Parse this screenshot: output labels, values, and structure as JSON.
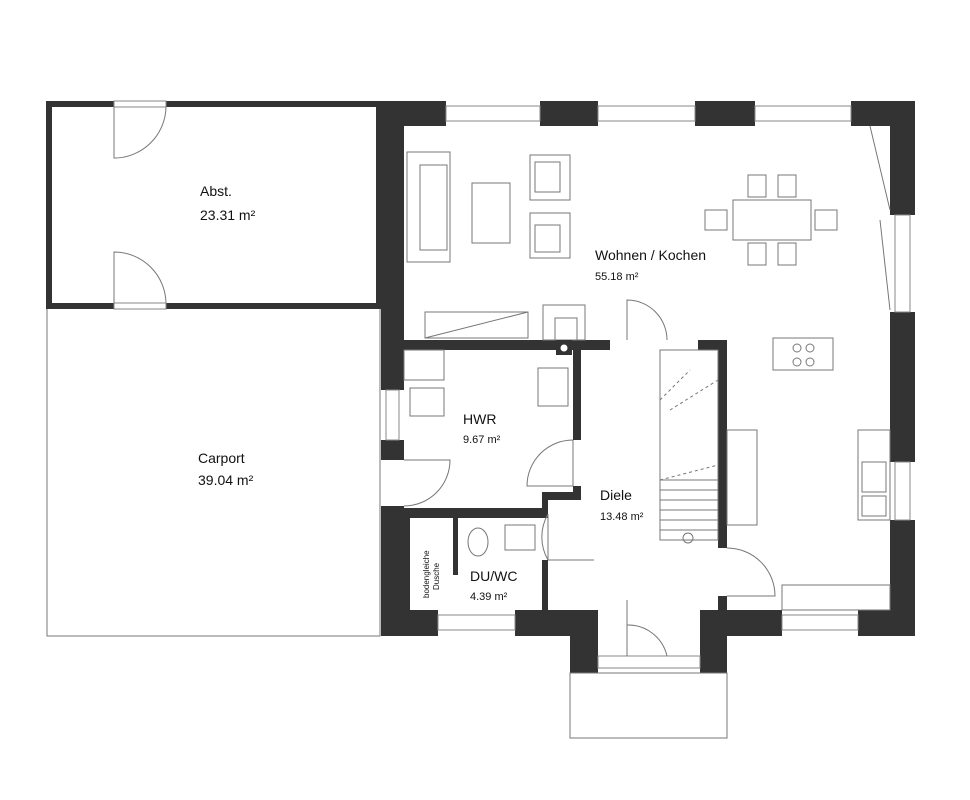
{
  "rooms": {
    "storage": {
      "name": "Abst.",
      "area": "23.31 m²"
    },
    "carport": {
      "name": "Carport",
      "area": "39.04 m²"
    },
    "living": {
      "name": "Wohnen / Kochen",
      "area": "55.18 m²"
    },
    "utility": {
      "name": "HWR",
      "area": "9.67 m²"
    },
    "hall": {
      "name": "Diele",
      "area": "13.48 m²"
    },
    "bath": {
      "name": "DU/WC",
      "area": "4.39 m²",
      "shower_line1": "bodengleiche",
      "shower_line2": "Dusche"
    }
  },
  "colors": {
    "wall": "#333333",
    "line": "#777777"
  }
}
